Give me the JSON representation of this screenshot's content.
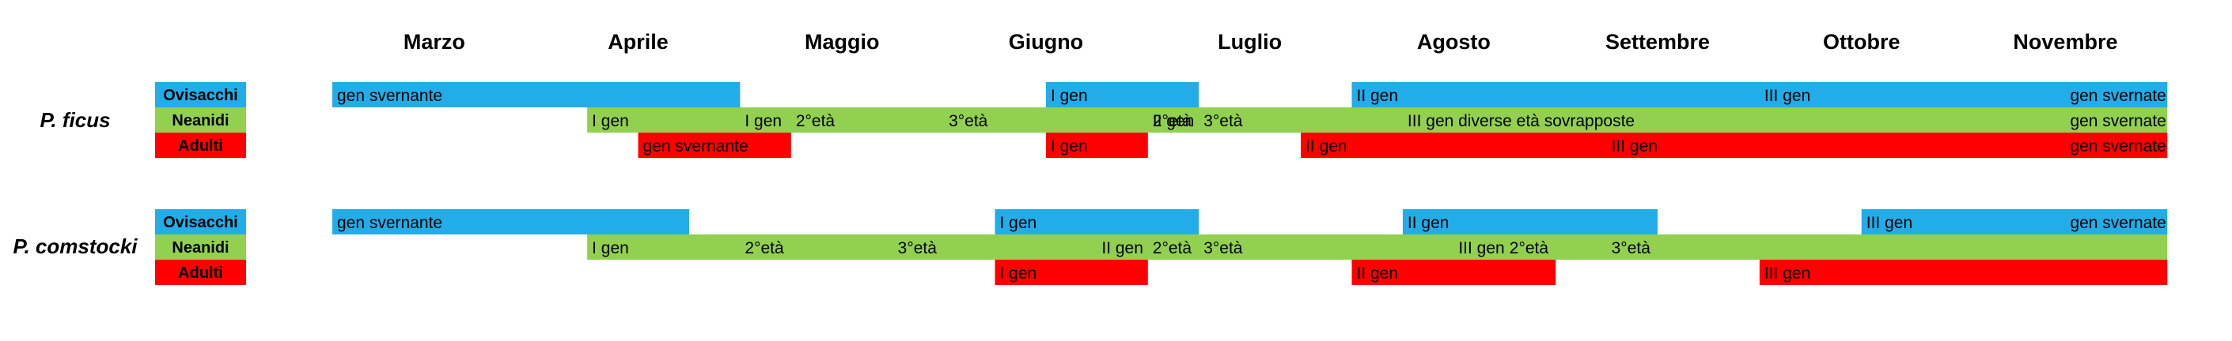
{
  "chart_data": {
    "type": "gantt",
    "months": [
      "Marzo",
      "Aprile",
      "Maggio",
      "Giugno",
      "Luglio",
      "Agosto",
      "Settembre",
      "Ottobre",
      "Novembre"
    ],
    "colors": {
      "Ovisacchi": "#22ade8",
      "Neanidi": "#92d050",
      "Adulti": "#ff0000"
    },
    "groups": [
      {
        "species": "P. ficus",
        "rows": [
          {
            "stage": "Ovisacchi",
            "bars": [
              {
                "start": 0.0,
                "end": 2.0,
                "label": "gen svernante"
              },
              {
                "start": 3.5,
                "end": 4.25,
                "label": "I gen"
              },
              {
                "start": 5.0,
                "end": 9.0,
                "label": "II gen"
              }
            ],
            "labels": [
              {
                "at": 0.0,
                "text": "gen svernante"
              },
              {
                "at": 3.5,
                "text": "I gen"
              },
              {
                "at": 5.0,
                "text": "II gen"
              },
              {
                "at": 7.0,
                "text": "III gen"
              },
              {
                "at": 8.5,
                "text": "gen svernate"
              }
            ]
          },
          {
            "stage": "Neanidi",
            "bars": [
              {
                "start": 1.25,
                "end": 9.0,
                "label": "I gen"
              }
            ],
            "labels": [
              {
                "at": 1.25,
                "text": "I gen"
              },
              {
                "at": 2.0,
                "text": "I gen"
              },
              {
                "at": 2.25,
                "text": "2°età"
              },
              {
                "at": 3.0,
                "text": "3°età"
              },
              {
                "at": 4.0,
                "text": "II gen"
              },
              {
                "at": 4.0,
                "text": "2°età"
              },
              {
                "at": 4.25,
                "text": "3°età"
              },
              {
                "at": 5.25,
                "text": "III gen diverse età sovrapposte"
              },
              {
                "at": 8.5,
                "text": "gen svernate"
              }
            ]
          },
          {
            "stage": "Adulti",
            "bars": [
              {
                "start": 1.5,
                "end": 2.25,
                "label": "gen svernante"
              },
              {
                "start": 3.5,
                "end": 4.0,
                "label": "I gen"
              },
              {
                "start": 4.75,
                "end": 9.0,
                "label": "II gen"
              }
            ],
            "labels": [
              {
                "at": 1.5,
                "text": "gen svernante"
              },
              {
                "at": 3.5,
                "text": "I gen"
              },
              {
                "at": 4.75,
                "text": "II gen"
              },
              {
                "at": 6.25,
                "text": "III gen"
              },
              {
                "at": 8.5,
                "text": "gen svernate"
              }
            ]
          }
        ]
      },
      {
        "species": "P. comstocki",
        "rows": [
          {
            "stage": "Ovisacchi",
            "bars": [
              {
                "start": 0.0,
                "end": 1.75,
                "label": "gen svernante"
              },
              {
                "start": 3.25,
                "end": 4.25,
                "label": "I gen"
              },
              {
                "start": 5.25,
                "end": 6.5,
                "label": "II gen"
              },
              {
                "start": 7.5,
                "end": 9.0,
                "label": "III gen"
              }
            ],
            "labels": [
              {
                "at": 0.0,
                "text": "gen svernante"
              },
              {
                "at": 3.25,
                "text": "I gen"
              },
              {
                "at": 5.25,
                "text": "II gen"
              },
              {
                "at": 7.5,
                "text": "III gen"
              },
              {
                "at": 8.5,
                "text": "gen svernate"
              }
            ]
          },
          {
            "stage": "Neanidi",
            "bars": [
              {
                "start": 1.25,
                "end": 9.0,
                "label": "I gen"
              }
            ],
            "labels": [
              {
                "at": 1.25,
                "text": "I gen"
              },
              {
                "at": 2.0,
                "text": "2°età"
              },
              {
                "at": 2.75,
                "text": "3°età"
              },
              {
                "at": 3.75,
                "text": "II gen"
              },
              {
                "at": 4.0,
                "text": "2°età"
              },
              {
                "at": 4.25,
                "text": "3°età"
              },
              {
                "at": 5.5,
                "text": "III gen"
              },
              {
                "at": 5.75,
                "text": "2°età"
              },
              {
                "at": 6.25,
                "text": "3°età"
              }
            ]
          },
          {
            "stage": "Adulti",
            "bars": [
              {
                "start": 3.25,
                "end": 4.0,
                "label": "I gen"
              },
              {
                "start": 5.0,
                "end": 6.0,
                "label": "II gen"
              },
              {
                "start": 7.0,
                "end": 9.0,
                "label": "III gen"
              }
            ],
            "labels": [
              {
                "at": 3.25,
                "text": "I gen"
              },
              {
                "at": 5.0,
                "text": "II gen"
              },
              {
                "at": 7.0,
                "text": "III gen"
              }
            ]
          }
        ]
      }
    ]
  }
}
